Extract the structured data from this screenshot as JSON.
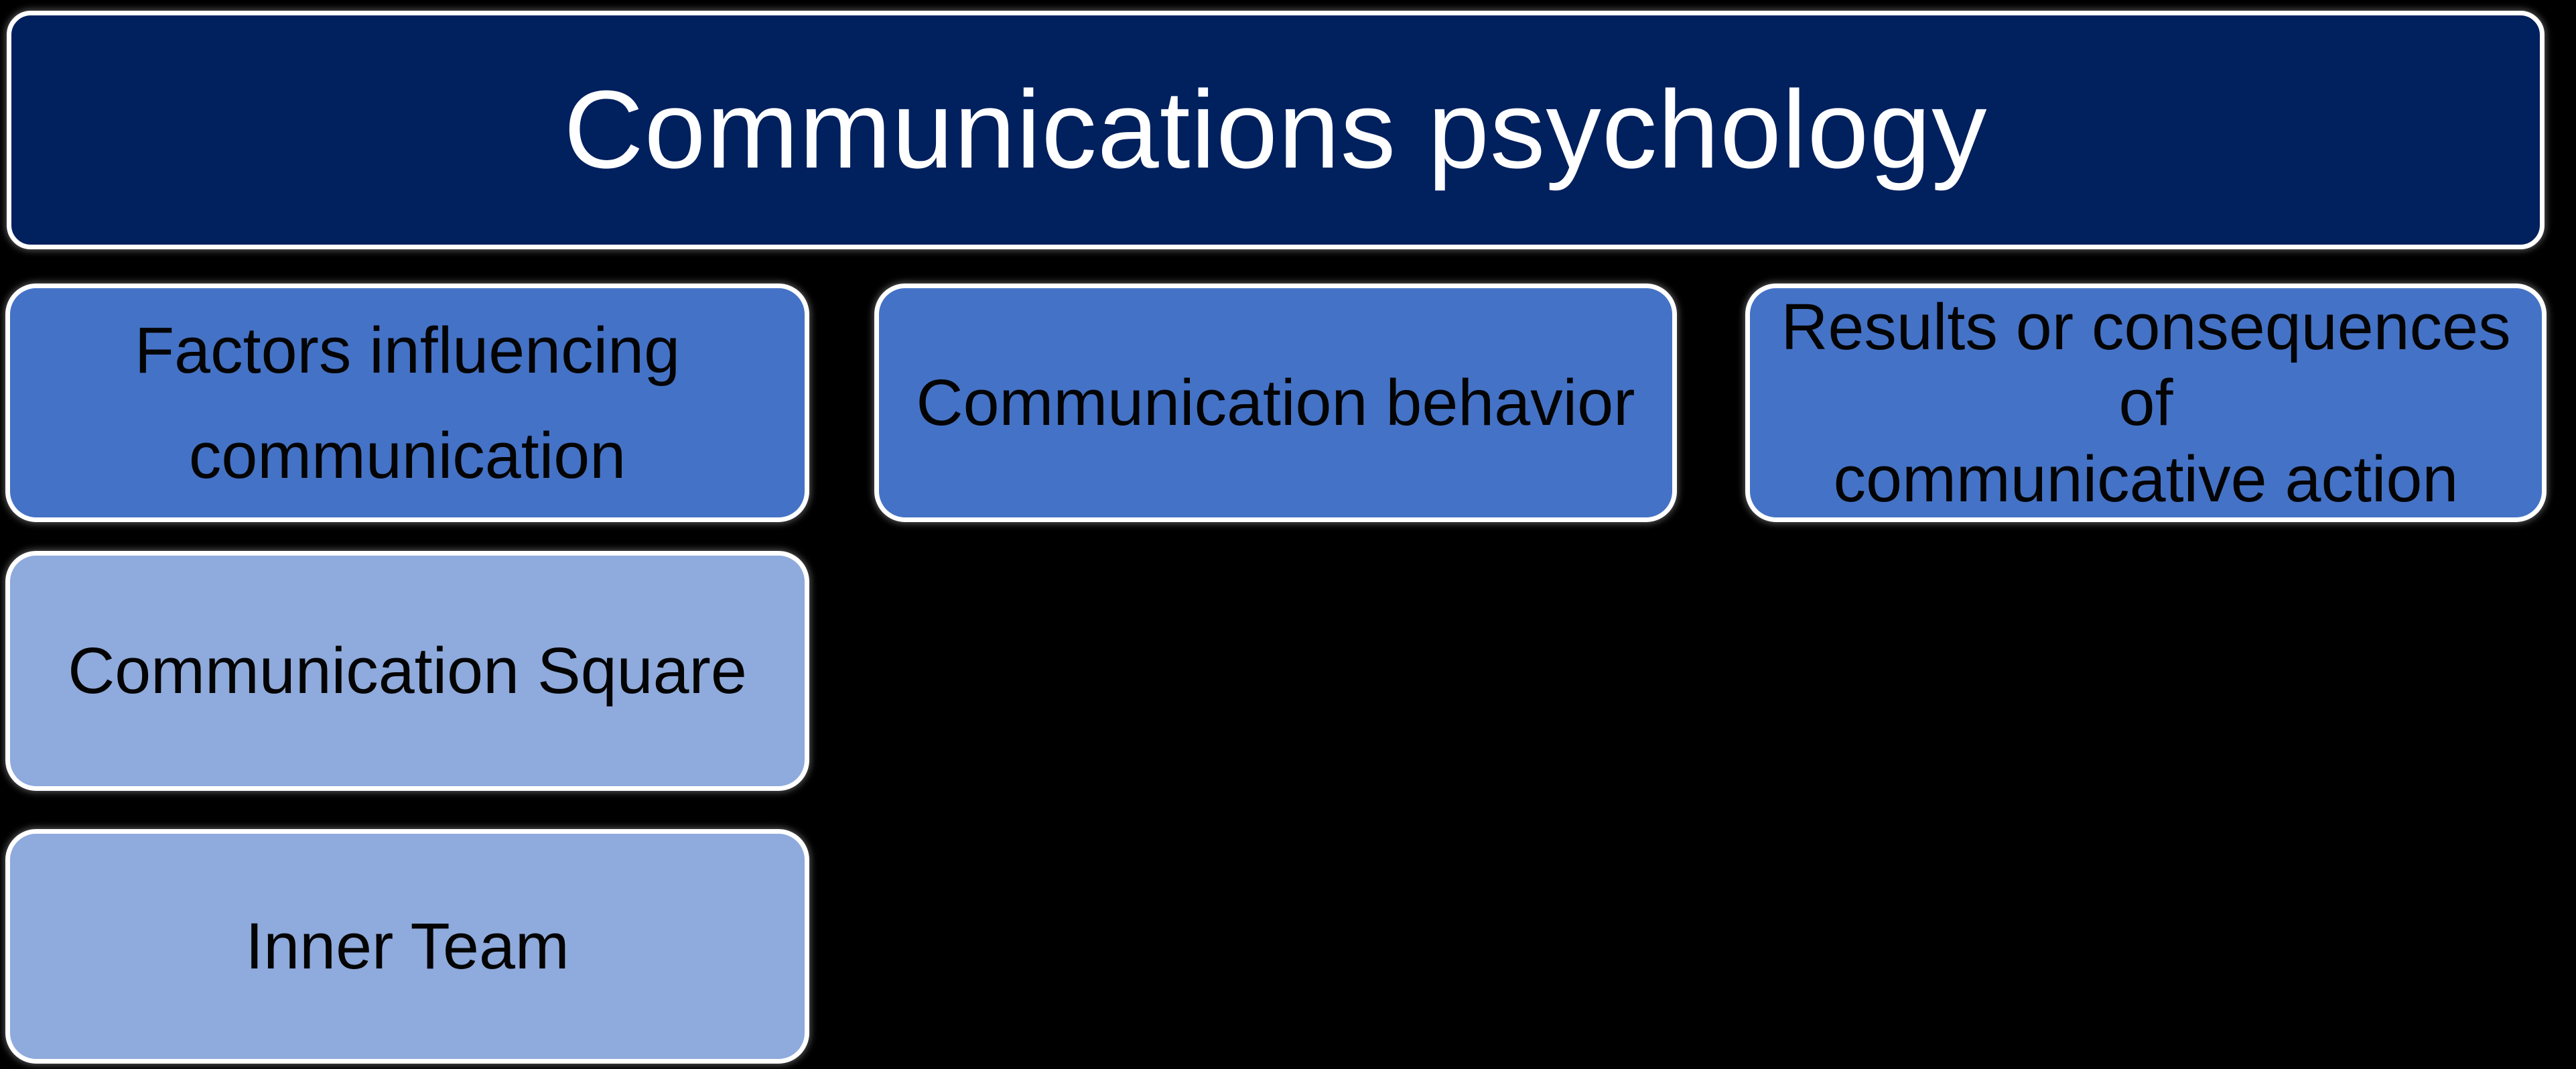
{
  "page": {
    "background_color": "#000000"
  },
  "diagram": {
    "type": "hierarchy",
    "title_node": {
      "label": "Communications psychology",
      "bg_color": "#01205E",
      "text_color": "#FFFFFF"
    },
    "child_nodes": [
      {
        "label": "Factors influencing\ncommunication",
        "bg_color": "#4472C6",
        "text_color": "#000000"
      },
      {
        "label": "Communication behavior",
        "bg_color": "#4472C6",
        "text_color": "#000000"
      },
      {
        "label": "Results or consequences of\ncommunicative action",
        "bg_color": "#4472C6",
        "text_color": "#000000"
      }
    ],
    "sub_nodes": [
      {
        "label": "Communication Square",
        "bg_color": "#8FAADC",
        "text_color": "#000000"
      },
      {
        "label": "Inner Team",
        "bg_color": "#8FAADC",
        "text_color": "#000000"
      }
    ],
    "border_color": "#FFFFFF"
  }
}
